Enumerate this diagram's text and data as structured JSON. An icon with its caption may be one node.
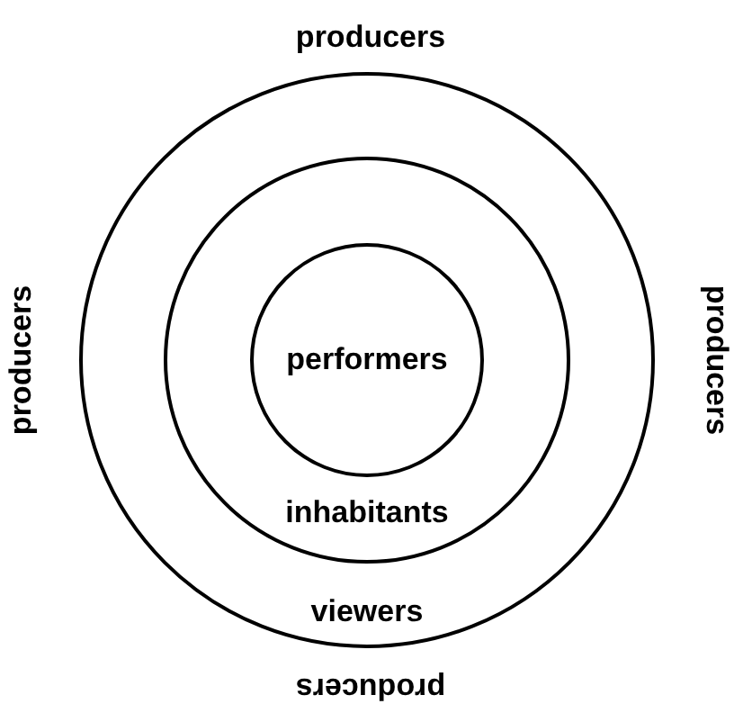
{
  "diagram": {
    "nodes": [
      {
        "text": [
          "viewers"
        ]
      },
      {
        "text": [
          "inhabitants"
        ],
        "in": 0
      },
      {
        "text": [
          "performers"
        ],
        "in": 1
      }
    ],
    "labels": [
      "producers",
      "producers",
      "producers",
      "producers"
    ]
  }
}
